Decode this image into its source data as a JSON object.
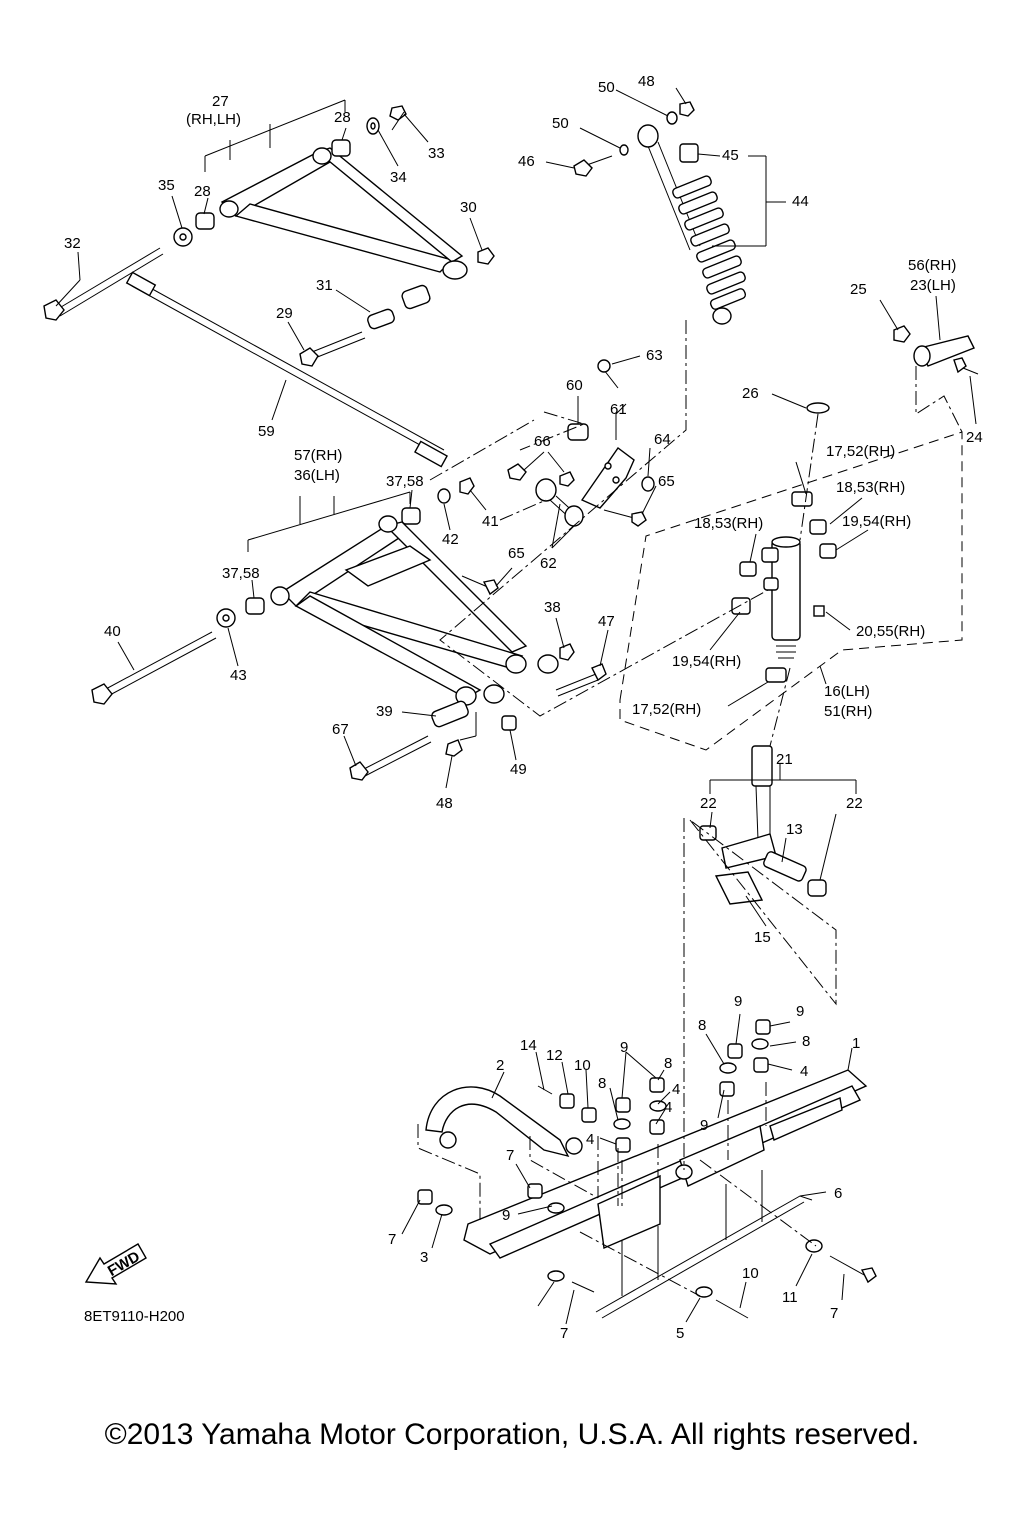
{
  "diagram_code": "8ET9110-H200",
  "copyright": "©2013 Yamaha Motor Corporation, U.S.A. All rights reserved.",
  "fwd_label": "FWD",
  "callouts": [
    {
      "id": "c27a",
      "text": "27"
    },
    {
      "id": "c27b",
      "text": "(RH,LH)"
    },
    {
      "id": "c28a",
      "text": "28"
    },
    {
      "id": "c33",
      "text": "33"
    },
    {
      "id": "c34",
      "text": "34"
    },
    {
      "id": "c35",
      "text": "35"
    },
    {
      "id": "c28b",
      "text": "28"
    },
    {
      "id": "c30",
      "text": "30"
    },
    {
      "id": "c32",
      "text": "32"
    },
    {
      "id": "c31",
      "text": "31"
    },
    {
      "id": "c29",
      "text": "29"
    },
    {
      "id": "c59",
      "text": "59"
    },
    {
      "id": "c50a",
      "text": "50"
    },
    {
      "id": "c48a",
      "text": "48"
    },
    {
      "id": "c50b",
      "text": "50"
    },
    {
      "id": "c46",
      "text": "46"
    },
    {
      "id": "c45",
      "text": "45"
    },
    {
      "id": "c44",
      "text": "44"
    },
    {
      "id": "c56",
      "text": "56(RH)"
    },
    {
      "id": "c23",
      "text": "23(LH)"
    },
    {
      "id": "c25",
      "text": "25"
    },
    {
      "id": "c24",
      "text": "24"
    },
    {
      "id": "c26",
      "text": "26"
    },
    {
      "id": "c63",
      "text": "63"
    },
    {
      "id": "c60",
      "text": "60"
    },
    {
      "id": "c61",
      "text": "61"
    },
    {
      "id": "c64",
      "text": "64"
    },
    {
      "id": "c66",
      "text": "66"
    },
    {
      "id": "c65a",
      "text": "65"
    },
    {
      "id": "c62",
      "text": "62"
    },
    {
      "id": "c57",
      "text": "57(RH)"
    },
    {
      "id": "c36",
      "text": "36(LH)"
    },
    {
      "id": "c3758a",
      "text": "37,58"
    },
    {
      "id": "c41",
      "text": "41"
    },
    {
      "id": "c42",
      "text": "42"
    },
    {
      "id": "c65b",
      "text": "65"
    },
    {
      "id": "c3758b",
      "text": "37,58"
    },
    {
      "id": "c38",
      "text": "38"
    },
    {
      "id": "c47",
      "text": "47"
    },
    {
      "id": "c40",
      "text": "40"
    },
    {
      "id": "c43",
      "text": "43"
    },
    {
      "id": "c39",
      "text": "39"
    },
    {
      "id": "c67",
      "text": "67"
    },
    {
      "id": "c48b",
      "text": "48"
    },
    {
      "id": "c49",
      "text": "49"
    },
    {
      "id": "c1752a",
      "text": "17,52(RH)"
    },
    {
      "id": "c1853a",
      "text": "18,53(RH)"
    },
    {
      "id": "c1853b",
      "text": "18,53(RH)"
    },
    {
      "id": "c1954a",
      "text": "19,54(RH)"
    },
    {
      "id": "c2055",
      "text": "20,55(RH)"
    },
    {
      "id": "c1954b",
      "text": "19,54(RH)"
    },
    {
      "id": "c16",
      "text": "16(LH)"
    },
    {
      "id": "c51",
      "text": "51(RH)"
    },
    {
      "id": "c1752b",
      "text": "17,52(RH)"
    },
    {
      "id": "c21",
      "text": "21"
    },
    {
      "id": "c22a",
      "text": "22"
    },
    {
      "id": "c22b",
      "text": "22"
    },
    {
      "id": "c13",
      "text": "13"
    },
    {
      "id": "c15",
      "text": "15"
    },
    {
      "id": "c9a",
      "text": "9"
    },
    {
      "id": "c9b",
      "text": "9"
    },
    {
      "id": "c8a",
      "text": "8"
    },
    {
      "id": "c8b",
      "text": "8"
    },
    {
      "id": "c4a",
      "text": "4"
    },
    {
      "id": "c1",
      "text": "1"
    },
    {
      "id": "c14",
      "text": "14"
    },
    {
      "id": "c12",
      "text": "12"
    },
    {
      "id": "c10a",
      "text": "10"
    },
    {
      "id": "c9c",
      "text": "9"
    },
    {
      "id": "c8c",
      "text": "8"
    },
    {
      "id": "c8d",
      "text": "8"
    },
    {
      "id": "c4b",
      "text": "4"
    },
    {
      "id": "c4c",
      "text": "4"
    },
    {
      "id": "c2",
      "text": "2"
    },
    {
      "id": "c4d",
      "text": "4"
    },
    {
      "id": "c9d",
      "text": "9"
    },
    {
      "id": "c7a",
      "text": "7"
    },
    {
      "id": "c9e",
      "text": "9"
    },
    {
      "id": "c7b",
      "text": "7"
    },
    {
      "id": "c3",
      "text": "3"
    },
    {
      "id": "c6",
      "text": "6"
    },
    {
      "id": "c10b",
      "text": "10"
    },
    {
      "id": "c11",
      "text": "11"
    },
    {
      "id": "c7c",
      "text": "7"
    },
    {
      "id": "c5",
      "text": "5"
    },
    {
      "id": "c7d",
      "text": "7"
    }
  ]
}
